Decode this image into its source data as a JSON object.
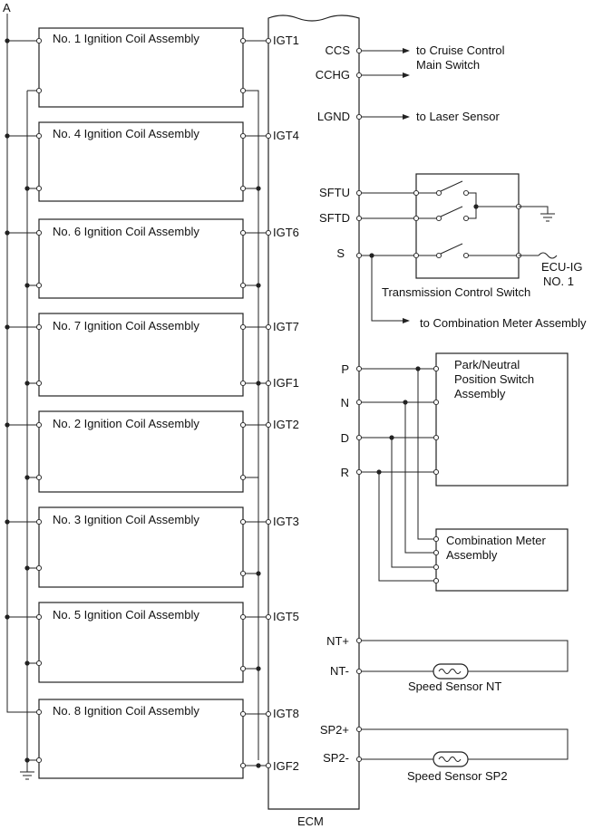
{
  "top_label": "A",
  "ecm": {
    "label": "ECM"
  },
  "ignition_coils": [
    {
      "label": "No. 1 Ignition Coil Assembly",
      "pins": [
        "IGT1"
      ]
    },
    {
      "label": "No. 4 Ignition Coil Assembly",
      "pins": [
        "IGT4"
      ]
    },
    {
      "label": "No. 6 Ignition Coil Assembly",
      "pins": [
        "IGT6"
      ]
    },
    {
      "label": "No. 7 Ignition Coil Assembly",
      "pins": [
        "IGT7",
        "IGF1"
      ]
    },
    {
      "label": "No. 2 Ignition Coil Assembly",
      "pins": [
        "IGT2"
      ]
    },
    {
      "label": "No. 3 Ignition Coil Assembly",
      "pins": [
        "IGT3"
      ]
    },
    {
      "label": "No. 5 Ignition Coil Assembly",
      "pins": [
        "IGT5"
      ]
    },
    {
      "label": "No. 8 Ignition Coil Assembly",
      "pins": [
        "IGT8",
        "IGF2"
      ]
    }
  ],
  "right_pins": [
    "CCS",
    "CCHG",
    "LGND",
    "SFTU",
    "SFTD",
    "S",
    "P",
    "N",
    "D",
    "R",
    "NT+",
    "NT-",
    "SP2+",
    "SP2-"
  ],
  "destinations": {
    "cruise": "to Cruise Control",
    "cruise_line2": "Main Switch",
    "laser": "to Laser Sensor",
    "combination_meter": "to Combination Meter Assembly"
  },
  "components": {
    "transmission_switch": "Transmission Control Switch",
    "ecu_ig": "ECU-IG",
    "ecu_ig_line2": "NO. 1",
    "park_neutral_l1": "Park/Neutral",
    "park_neutral_l2": "Position Switch",
    "park_neutral_l3": "Assembly",
    "combination_meter_l1": "Combination Meter",
    "combination_meter_l2": "Assembly",
    "speed_sensor_nt": "Speed Sensor NT",
    "speed_sensor_sp2": "Speed Sensor SP2"
  }
}
